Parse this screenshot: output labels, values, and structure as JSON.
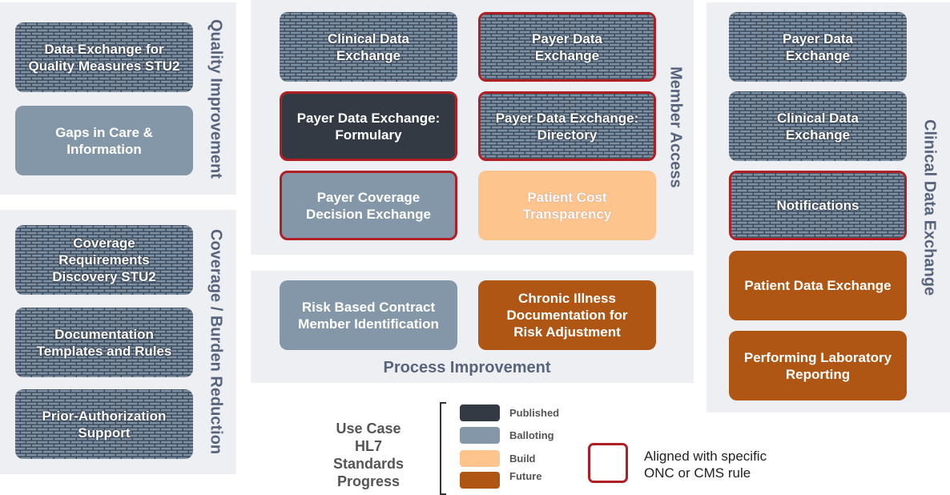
{
  "colors": {
    "published": "#333a44",
    "balloting": "#8497a8",
    "build": "#fdc48e",
    "future": "#b05615",
    "rule": "#b01f24"
  },
  "quality": {
    "title": "Quality Improvement",
    "items": [
      "Data Exchange for\nQuality Measures STU2",
      "Gaps in Care &\nInformation"
    ]
  },
  "coverage": {
    "title": "Coverage / Burden Reduction",
    "items": [
      "Coverage\nRequirements\nDiscovery STU2",
      "Documentation\nTemplates and Rules",
      "Prior-Authorization\nSupport"
    ]
  },
  "member": {
    "title": "Member Access",
    "items": [
      "Clinical Data\nExchange",
      "Payer Data\nExchange",
      "Payer Data Exchange:\nFormulary",
      "Payer Data Exchange:\nDirectory",
      "Payer Coverage\nDecision Exchange",
      "Patient Cost\nTransparency"
    ]
  },
  "process": {
    "title": "Process Improvement",
    "items": [
      "Risk Based Contract\nMember Identification",
      "Chronic Illness\nDocumentation  for\nRisk Adjustment"
    ]
  },
  "clinical": {
    "title": "Clinical Data Exchange",
    "items": [
      "Payer Data\nExchange",
      "Clinical Data\nExchange",
      "Notifications",
      "Patient Data Exchange",
      "Performing Laboratory\nReporting"
    ]
  },
  "legend": {
    "title": "Use Case\nHL7 Standards\nProgress",
    "published": "Published",
    "balloting": "Balloting",
    "build": "Build",
    "future": "Future",
    "rule": "Aligned with specific\nONC or CMS rule"
  }
}
